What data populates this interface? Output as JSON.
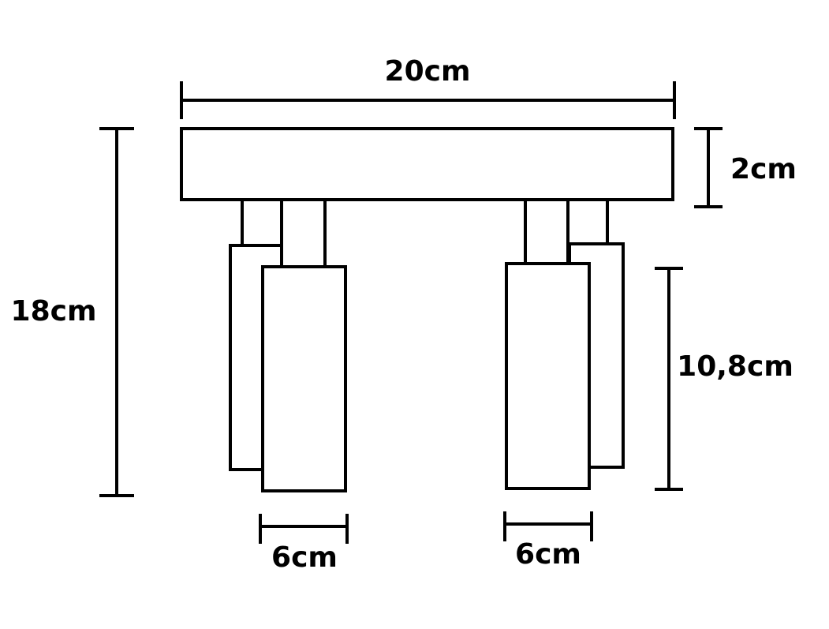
{
  "dimensions": {
    "width": "20cm",
    "height_total": "18cm",
    "base_height": "2cm",
    "lamp_height": "10,8cm",
    "lamp_width_left": "6cm",
    "lamp_width_right": "6cm"
  }
}
